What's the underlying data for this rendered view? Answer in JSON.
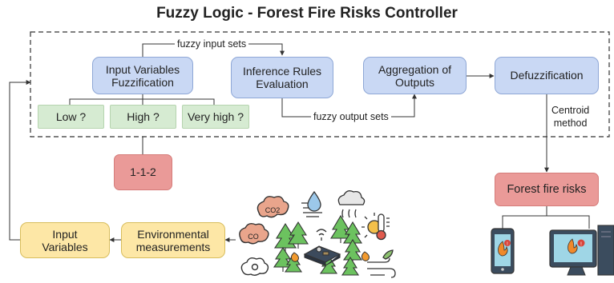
{
  "title": "Fuzzy Logic - Forest Fire Risks Controller",
  "nodes": {
    "fuzzification": "Input Variables\nFuzzification",
    "inference": "Inference Rules\nEvaluation",
    "aggregation": "Aggregation of\nOutputs",
    "defuzzification": "Defuzzification",
    "low": "Low ?",
    "high": "High ?",
    "very_high": "Very high ?",
    "rule_code": "1-1-2",
    "fire_risks": "Forest fire risks",
    "input_variables": "Input\nVariables",
    "environmental": "Environmental\nmeasurements"
  },
  "labels": {
    "fuzzy_input_sets": "fuzzy input sets",
    "fuzzy_output_sets": "fuzzy output sets",
    "centroid_method": "Centroid\nmethod"
  },
  "illustration": {
    "cloud_labels": [
      "CO2",
      "CO"
    ],
    "icons": [
      "co2-cloud-icon",
      "co-cloud-icon",
      "gear-cloud-icon",
      "humidity-drop-icon",
      "rain-cloud-icon",
      "temperature-sun-icon",
      "wind-icon",
      "pine-tree-icon",
      "microcontroller-board-icon",
      "wifi-icon",
      "smartphone-alert-icon",
      "monitor-alert-icon"
    ]
  },
  "colors": {
    "blue_fill": "#c9d8f4",
    "green_fill": "#d6ebd2",
    "red_fill": "#ea9a98",
    "yellow_fill": "#fde7a6",
    "arrow": "#333333"
  }
}
